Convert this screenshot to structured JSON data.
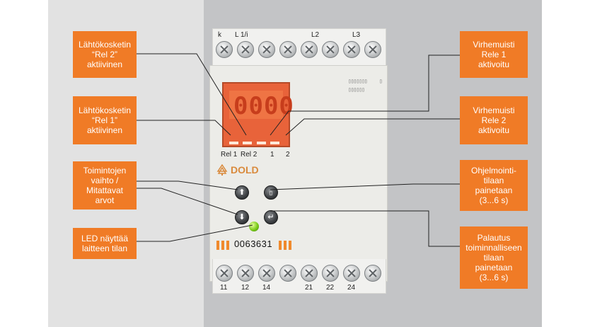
{
  "device": {
    "top_terminals": [
      "k",
      "L 1/i",
      "L2",
      "L3"
    ],
    "bottom_terminals": [
      "11",
      "12",
      "14",
      "21",
      "22",
      "24"
    ],
    "display_digits": "0000",
    "rel_labels": [
      "Rel 1",
      "Rel 2",
      "1",
      "2"
    ],
    "brand": "DOLD",
    "serial": "0063631",
    "icons": {
      "up_button": "up-arrow-icon",
      "down_button": "down-arrow-icon",
      "prog_button": "menu-icon",
      "enter_button": "enter-icon",
      "led": "status-led-icon",
      "logo": "tree-logo-icon"
    },
    "colors": {
      "callout": "#f07b26",
      "display": "#e8633a",
      "led": "#7acb1a"
    }
  },
  "callouts": {
    "left": [
      "Lähtökosketin\n“Rel 2”\naktiivinen",
      "Lähtökosketin\n“Rel 1”\naktiivinen",
      "Toimintojen\nvaihto /\nMitattavat\narvot",
      "LED näyttää\nlaitteen tilan"
    ],
    "right": [
      "Virhemuisti\nRele 1\naktivoitu",
      "Virhemuisti\nRele 2\naktivoitu",
      "Ohjelmointi-\ntilaan\npainetaan\n(3...6 s)",
      "Palautus\ntoiminnalliseen\ntilaan\npainetaan\n(3...6 s)"
    ]
  }
}
